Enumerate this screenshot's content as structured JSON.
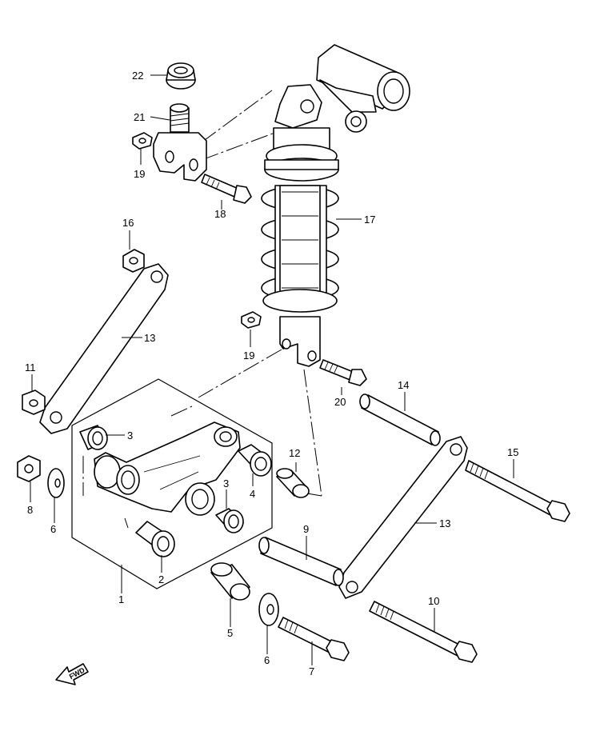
{
  "diagram": {
    "callouts": [
      {
        "id": "c22",
        "label": "22"
      },
      {
        "id": "c21",
        "label": "21"
      },
      {
        "id": "c19a",
        "label": "19"
      },
      {
        "id": "c18",
        "label": "18"
      },
      {
        "id": "c17",
        "label": "17"
      },
      {
        "id": "c16",
        "label": "16"
      },
      {
        "id": "c13a",
        "label": "13"
      },
      {
        "id": "c19b",
        "label": "19"
      },
      {
        "id": "c11",
        "label": "11"
      },
      {
        "id": "c20",
        "label": "20"
      },
      {
        "id": "c14",
        "label": "14"
      },
      {
        "id": "c3a",
        "label": "3"
      },
      {
        "id": "c12",
        "label": "12"
      },
      {
        "id": "c15",
        "label": "15"
      },
      {
        "id": "c3b",
        "label": "3"
      },
      {
        "id": "c4",
        "label": "4"
      },
      {
        "id": "c8",
        "label": "8"
      },
      {
        "id": "c6a",
        "label": "6"
      },
      {
        "id": "c13b",
        "label": "13"
      },
      {
        "id": "c9",
        "label": "9"
      },
      {
        "id": "c2",
        "label": "2"
      },
      {
        "id": "c1",
        "label": "1"
      },
      {
        "id": "c10",
        "label": "10"
      },
      {
        "id": "c5",
        "label": "5"
      },
      {
        "id": "c6b",
        "label": "6"
      },
      {
        "id": "c7",
        "label": "7"
      }
    ],
    "fwd_marker": {
      "label": "FWD",
      "icon": "forward-arrow-icon"
    }
  }
}
